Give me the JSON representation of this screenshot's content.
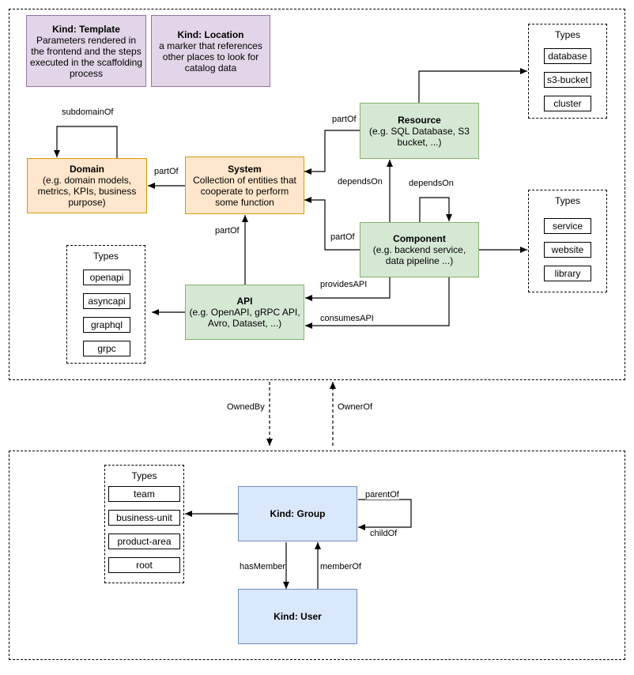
{
  "template": {
    "title": "Kind: Template",
    "desc": "Parameters rendered in the frontend and the steps executed in  the scaffolding process"
  },
  "location": {
    "title": "Kind: Location",
    "desc": "a marker that references other places to look for catalog data"
  },
  "domain": {
    "title": "Domain",
    "desc": "(e.g.  domain models, metrics, KPIs, business purpose)"
  },
  "system": {
    "title": "System",
    "desc": "Collection of entities that cooperate to perform some function"
  },
  "resource": {
    "title": "Resource",
    "desc": "(e.g. SQL Database, S3 bucket, ...)"
  },
  "component": {
    "title": "Component",
    "desc": "(e.g. backend service, data pipeline ...)"
  },
  "api": {
    "title": "API",
    "desc": "(e.g. OpenAPI, gRPC API, Avro, Dataset, ...)"
  },
  "group": {
    "title": "Kind: Group"
  },
  "user": {
    "title": "Kind: User"
  },
  "resource_types": {
    "title": "Types",
    "items": [
      "database",
      "s3-bucket",
      "cluster"
    ]
  },
  "component_types": {
    "title": "Types",
    "items": [
      "service",
      "website",
      "library"
    ]
  },
  "api_types": {
    "title": "Types",
    "items": [
      "openapi",
      "asyncapi",
      "graphql",
      "grpc"
    ]
  },
  "group_types": {
    "title": "Types",
    "items": [
      "team",
      "business-unit",
      "product-area",
      "root"
    ]
  },
  "edges": {
    "subdomainOf": "subdomainOf",
    "system_domain_partOf": "partOf",
    "resource_system_partOf": "partOf",
    "component_system_partOf": "partOf",
    "api_system_partOf": "partOf",
    "component_resource_dependsOn": "dependsOn",
    "component_self_dependsOn": "dependsOn",
    "providesAPI": "providesAPI",
    "consumesAPI": "consumesAPI",
    "ownedBy": "OwnedBy",
    "ownerOf": "OwnerOf",
    "parentOf": "parentOf",
    "childOf": "childOf",
    "hasMember": "hasMember",
    "memberOf": "memberOf"
  }
}
